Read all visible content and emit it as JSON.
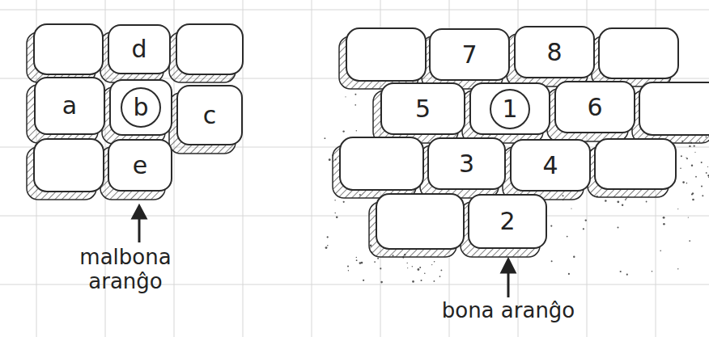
{
  "diagram": {
    "nodes": [
      {
        "text": [
          "d"
        ]
      },
      {
        "text": [
          "a"
        ]
      },
      {
        "text": [
          "b"
        ]
      },
      {
        "text": [
          "c"
        ]
      },
      {
        "text": [
          "e"
        ]
      },
      {
        "text": [
          "7"
        ]
      },
      {
        "text": [
          "8"
        ]
      },
      {
        "text": [
          "5"
        ]
      },
      {
        "text": [
          "1"
        ]
      },
      {
        "text": [
          "6"
        ]
      },
      {
        "text": [
          "3"
        ]
      },
      {
        "text": [
          "4"
        ]
      },
      {
        "text": [
          "2"
        ]
      }
    ],
    "labels": [
      "malbona aranĝo",
      "bona aranĝo"
    ]
  }
}
